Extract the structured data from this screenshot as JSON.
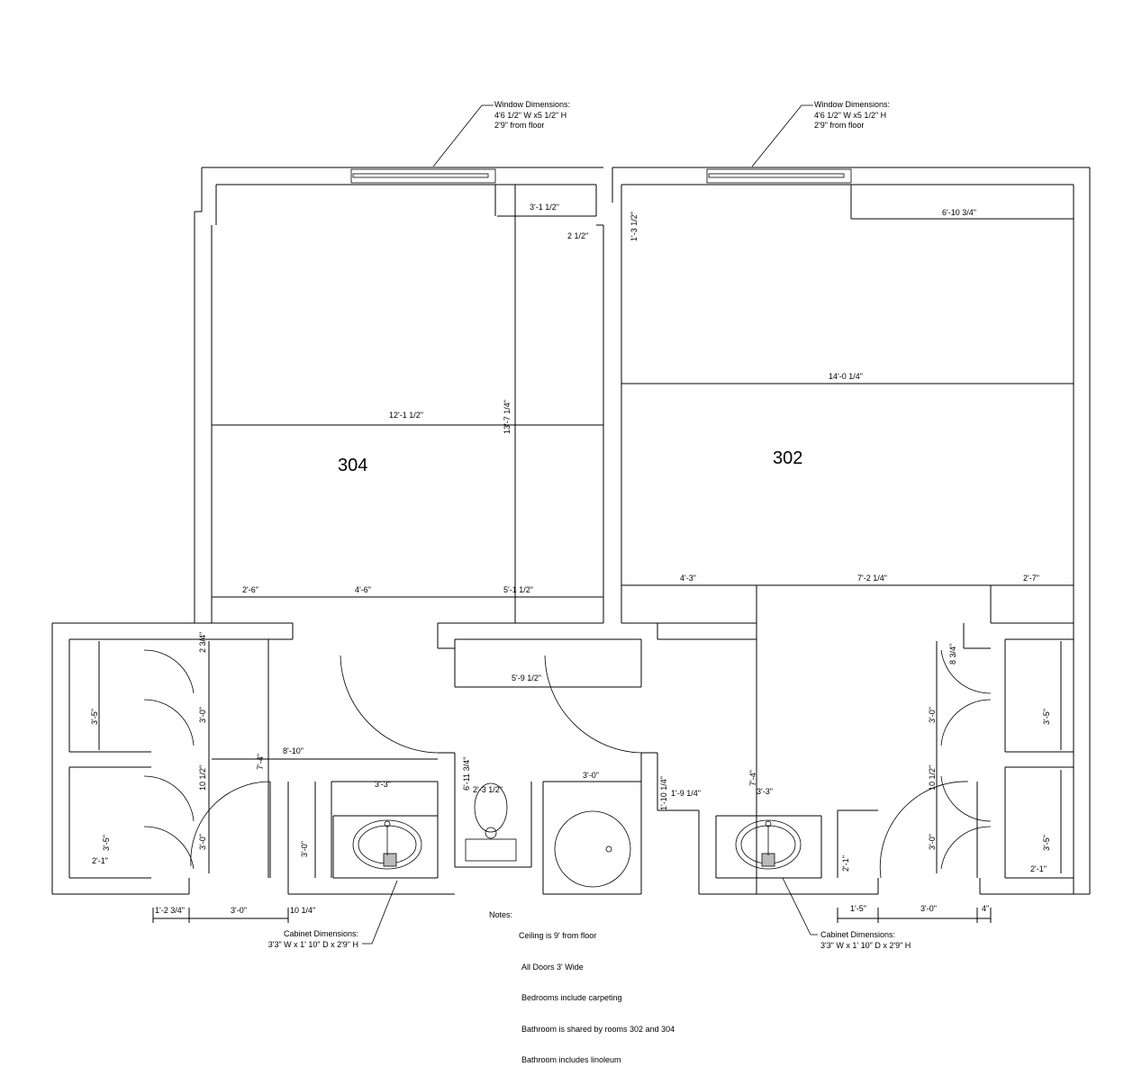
{
  "rooms": {
    "left": "304",
    "right": "302"
  },
  "window_note": {
    "title": "Window Dimensions:",
    "size": "4'6 1/2\" W x5 1/2\" H",
    "height": "2'9\" from floor"
  },
  "cabinet_note": {
    "title": "Cabinet Dimensions:",
    "size": "3'3\" W x 1' 10\" D x 2'9\" H"
  },
  "notes": {
    "label": "Notes:",
    "lines": [
      "Ceiling is 9' from floor",
      "All Doors 3' Wide",
      "Bedrooms include carpeting",
      "Bathroom is shared by rooms 302 and 304",
      "Bathroom includes linoleum"
    ]
  },
  "dims": {
    "d304_w": "12'-1 1/2\"",
    "d304_h": "13'-7 1/4\"",
    "d_311": "3'-1 1/2\"",
    "d_212": "2 1/2\"",
    "d_26": "2'-6\"",
    "d_46": "4'-6\"",
    "d_5112": "5'-1 1/2\"",
    "d_234": "2 3/4\"",
    "d302_w": "14'-0 1/4\"",
    "d_61034": "6'-10 3/4\"",
    "d_1312": "1'-3 1/2\"",
    "d_43": "4'-3\"",
    "d_7214": "7'-2 1/4\"",
    "d_27": "2'-7\"",
    "d_834": "8 3/4\"",
    "d_35": "3'-5\"",
    "d_30": "3'-0\"",
    "d_1012": "10 1/2\"",
    "d_21": "2'-1\"",
    "d_74": "7'-4\"",
    "d_810": "8'-10\"",
    "d_33": "3'-3\"",
    "d_591": "5'-9 1/2\"",
    "d_61134": "6'-11 3/4\"",
    "d_2312": "2'-3 1/2\"",
    "d_11014": "1'-10 1/4\"",
    "d_1914": "1'-9 1/4\"",
    "d_1234": "1'-2 3/4\"",
    "d_1014": "10 1/4\"",
    "d_15": "1'-5\"",
    "d_4": "4\""
  }
}
